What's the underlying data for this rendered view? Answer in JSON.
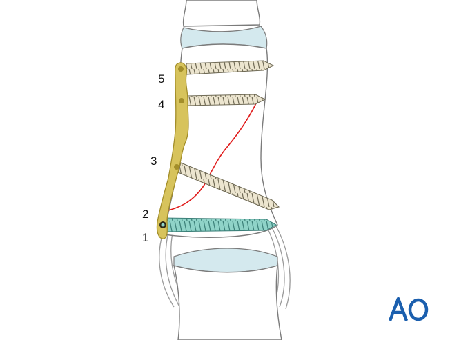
{
  "labels": {
    "screw_1": "1",
    "screw_2": "2",
    "screw_3": "3",
    "screw_4": "4",
    "screw_5": "5"
  },
  "logo": {
    "text": "AO",
    "color": "#1b5fae"
  },
  "colors": {
    "bone": "#ffffff",
    "bone_outline": "#7b7b7b",
    "cartilage": "#d4e9ee",
    "plate": "#d7c35c",
    "plate_dark": "#a38e2a",
    "screw": "#ece5cf",
    "screw_outline": "#6f6a55",
    "lag_screw": "#8fd3c8",
    "lag_screw_outline": "#3b7f78",
    "fracture_line": "#e01b1b",
    "ligament": "#e4e4e4"
  }
}
